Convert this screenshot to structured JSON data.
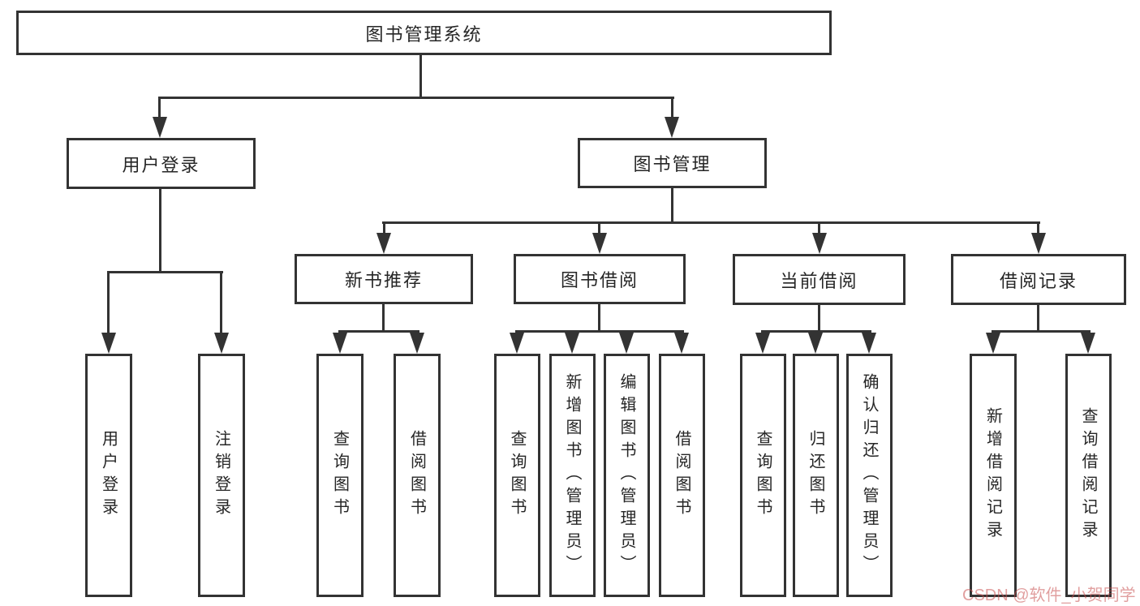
{
  "tree": {
    "root": "图书管理系统",
    "children": [
      {
        "label": "用户登录",
        "children": [
          {
            "label": "用户登录"
          },
          {
            "label": "注销登录"
          }
        ]
      },
      {
        "label": "图书管理",
        "children": [
          {
            "label": "新书推荐",
            "children": [
              {
                "label": "查询图书"
              },
              {
                "label": "借阅图书"
              }
            ]
          },
          {
            "label": "图书借阅",
            "children": [
              {
                "label": "查询图书"
              },
              {
                "label": "新增图书（管理员）"
              },
              {
                "label": "编辑图书（管理员）"
              },
              {
                "label": "借阅图书"
              }
            ]
          },
          {
            "label": "当前借阅",
            "children": [
              {
                "label": "查询图书"
              },
              {
                "label": "归还图书"
              },
              {
                "label": "确认归还（管理员）"
              }
            ]
          },
          {
            "label": "借阅记录",
            "children": [
              {
                "label": "新增借阅记录"
              },
              {
                "label": "查询借阅记录"
              }
            ]
          }
        ]
      }
    ]
  },
  "watermark": {
    "text": "CSDN @软件_小贺同学"
  },
  "colors": {
    "line": "#333333",
    "box_border": "#333333",
    "text": "#262626",
    "watermark": "rgba(201,81,81,0.55)",
    "background": "#ffffff"
  }
}
